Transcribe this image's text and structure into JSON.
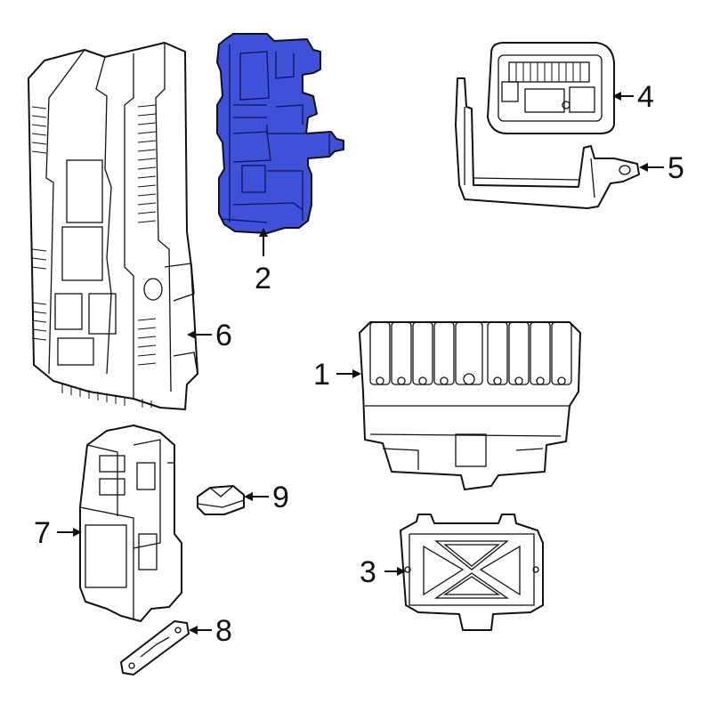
{
  "highlight_color": "#3f51d9",
  "callouts": [
    {
      "id": "1",
      "label": "1"
    },
    {
      "id": "2",
      "label": "2"
    },
    {
      "id": "3",
      "label": "3"
    },
    {
      "id": "4",
      "label": "4"
    },
    {
      "id": "5",
      "label": "5"
    },
    {
      "id": "6",
      "label": "6"
    },
    {
      "id": "7",
      "label": "7"
    },
    {
      "id": "8",
      "label": "8"
    },
    {
      "id": "9",
      "label": "9"
    }
  ],
  "highlighted_part": "2"
}
